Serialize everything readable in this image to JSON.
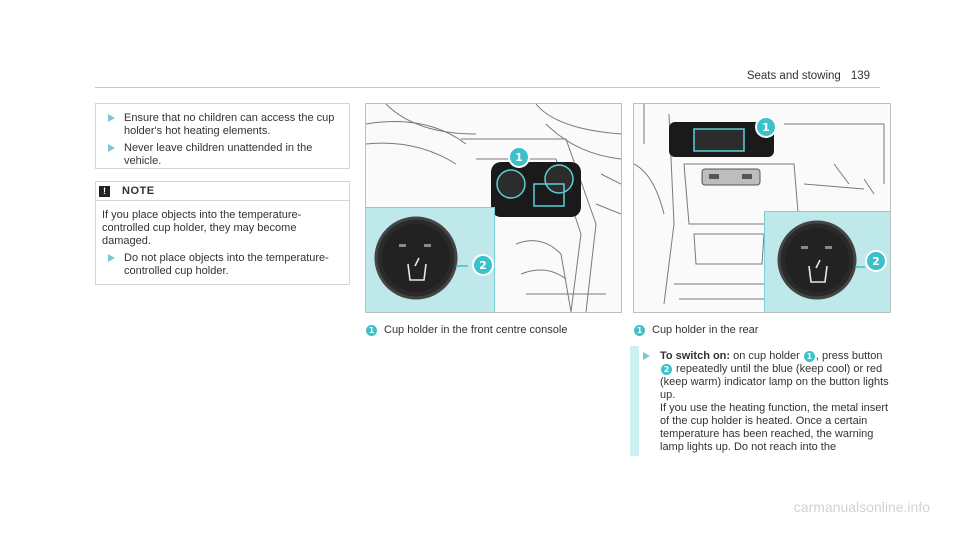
{
  "header": {
    "title": "Seats and stowing",
    "page": "139"
  },
  "warning": {
    "items": [
      "Ensure that no children can access the cup holder's hot heating elements.",
      "Never leave children unattended in the vehicle."
    ]
  },
  "note": {
    "icon": "exclamation-icon",
    "title": "NOTE",
    "body": "If you place objects into the temperature-controlled cup holder, they may become damaged.",
    "item": "Do not place objects into the temperature-controlled cup holder."
  },
  "figures": [
    {
      "caption_num": "1",
      "caption": "Cup holder in the front centre console",
      "callouts": [
        "1",
        "2"
      ]
    },
    {
      "caption_num": "1",
      "caption": "Cup holder in the rear",
      "callouts": [
        "1",
        "2"
      ]
    }
  ],
  "instruction": {
    "label": "To switch on:",
    "t1": " on cup holder ",
    "n1": "1",
    "t2": ", press button ",
    "n2": "2",
    "t3": " repeatedly until the blue (keep cool) or red (keep warm) indicator lamp on the button lights up.",
    "p2": "If you use the heating function, the metal insert of the cup holder is heated. Once a certain temperature has been reached, the warning lamp lights up. Do not reach into the"
  },
  "footer": "carmanualsonline.info",
  "colors": {
    "accent": "#3cc0c9",
    "inset": "#bfe8ea",
    "arrow": "#7fc7d3"
  }
}
